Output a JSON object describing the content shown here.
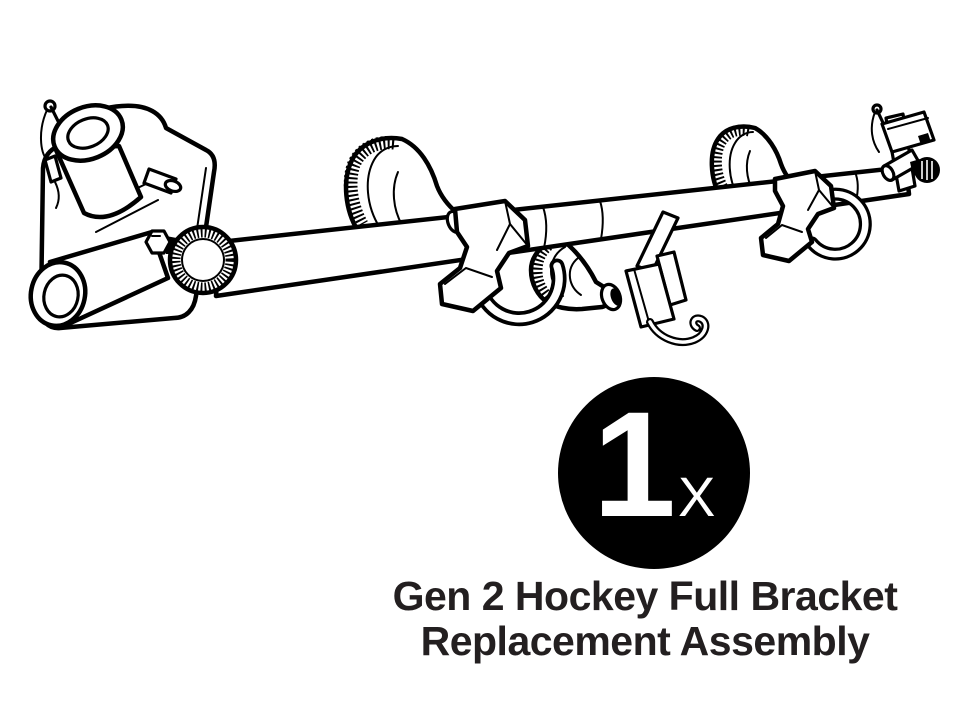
{
  "canvas": {
    "background": "#ffffff",
    "line_color": "#000000"
  },
  "badge": {
    "quantity": "1",
    "multiplier": "X",
    "bg_color": "#000000",
    "text_color": "#ffffff"
  },
  "caption": {
    "line1": "Gen 2 Hockey Full Bracket",
    "line2": "Replacement Assembly",
    "color": "#231f20"
  },
  "illustration": {
    "description": "Black-and-white technical line drawing of the full bracket replacement assembly: a long support bar with three cone-shaped wheel cradles, two folded frame clamps with C-hooks, a strap bracket with curl hook, a pivot mount bracket with locking knob and lanyard pin on the left, and an end fitting with small knob on the right",
    "parts": [
      "pivot-mount-bracket",
      "mount-top-cylinder",
      "mount-bottom-tube",
      "locking-knob",
      "hex-bolt",
      "retaining-pin-lanyard",
      "support-bar",
      "wheel-cradle-cone-left",
      "wheel-cradle-cone-lower",
      "wheel-cradle-cone-right",
      "frame-clamp-left",
      "frame-clamp-right",
      "c-hook-left",
      "c-hook-right",
      "strap-bracket",
      "curl-hook",
      "end-fitting",
      "end-knob"
    ]
  }
}
